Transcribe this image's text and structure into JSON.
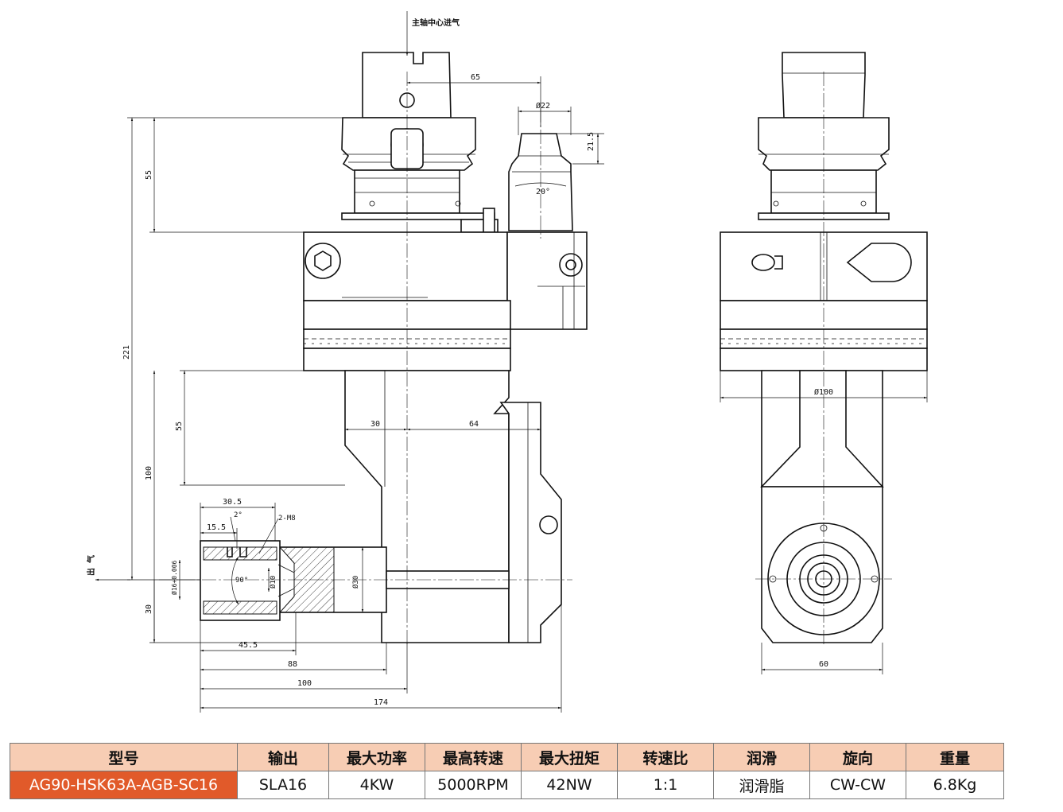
{
  "drawing": {
    "annotations": {
      "spindle_air": "主轴中心进气",
      "air_outlet": "出 气",
      "dia22": "Ø22",
      "deg20": "20°",
      "deg2": "2°",
      "deg90": "90°",
      "thread": "2-M8",
      "dia10": "Ø10",
      "dia30": "Ø30",
      "dia16": "Ø16+0.006",
      "dia100": "Ø100"
    },
    "dimensions": {
      "d65": "65",
      "d21_5": "21.5",
      "d55_top": "55",
      "d221": "221",
      "d30_horizontal": "30",
      "d64": "64",
      "d55_mid": "55",
      "d100_vertical": "100",
      "d30_5": "30.5",
      "d15_5": "15.5",
      "d30_vertical": "30",
      "d45_5": "45.5",
      "d88": "88",
      "d100_horizontal": "100",
      "d174": "174",
      "d60": "60"
    }
  },
  "table": {
    "headers": [
      "型号",
      "输出",
      "最大功率",
      "最高转速",
      "最大扭矩",
      "转速比",
      "润滑",
      "旋向",
      "重量"
    ],
    "row": [
      "AG90-HSK63A-AGB-SC16",
      "SLA16",
      "4KW",
      "5000RPM",
      "42NW",
      "1:1",
      "润滑脂",
      "CW-CW",
      "6.8Kg"
    ]
  },
  "colors": {
    "header_bg": "#f7cdb4",
    "model_bg": "#e15a2a",
    "line": "#111111"
  }
}
